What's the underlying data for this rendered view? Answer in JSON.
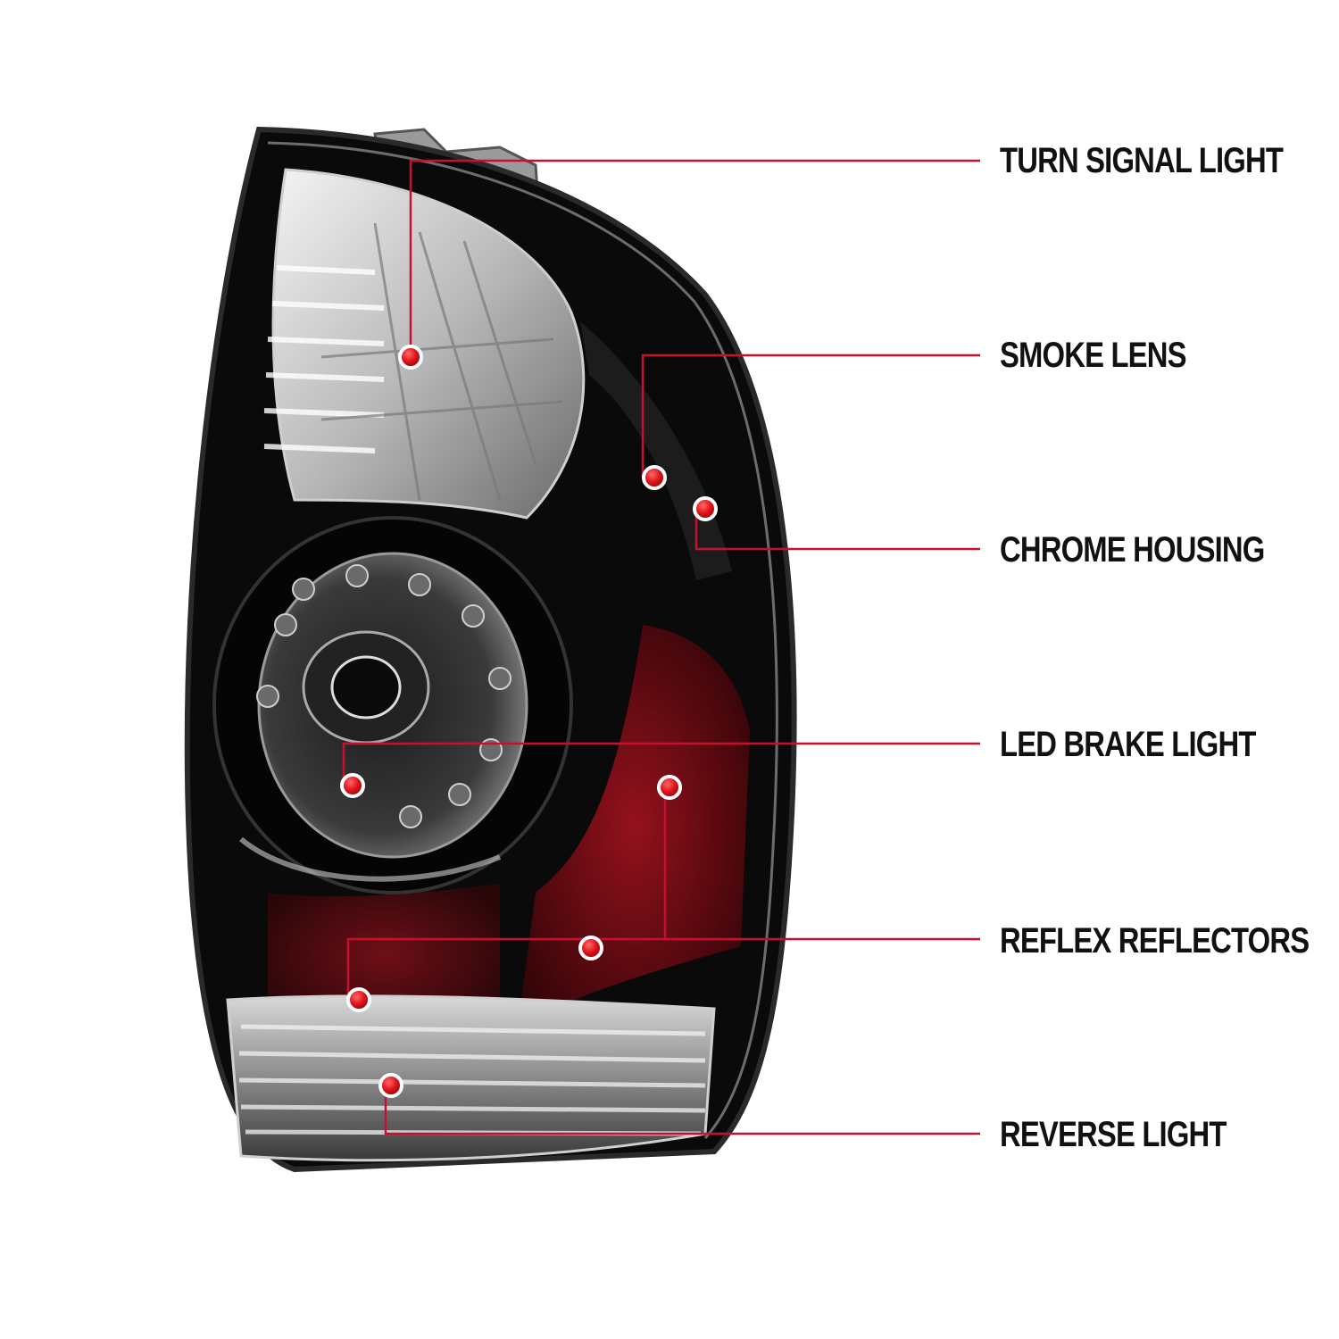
{
  "colors": {
    "background": "#ffffff",
    "leader_line": "#c8102e",
    "marker": "#e0161b",
    "label_text": "#111111",
    "housing": "#0a0a0a",
    "reflector": "#7a0a12"
  },
  "callouts": [
    {
      "id": "turn",
      "label": "TURN SIGNAL LIGHT"
    },
    {
      "id": "smoke",
      "label": "SMOKE LENS"
    },
    {
      "id": "chrome",
      "label": "CHROME HOUSING"
    },
    {
      "id": "led",
      "label": "LED BRAKE LIGHT"
    },
    {
      "id": "reflex",
      "label": "REFLEX REFLECTORS"
    },
    {
      "id": "reverse",
      "label": "REVERSE LIGHT"
    }
  ]
}
